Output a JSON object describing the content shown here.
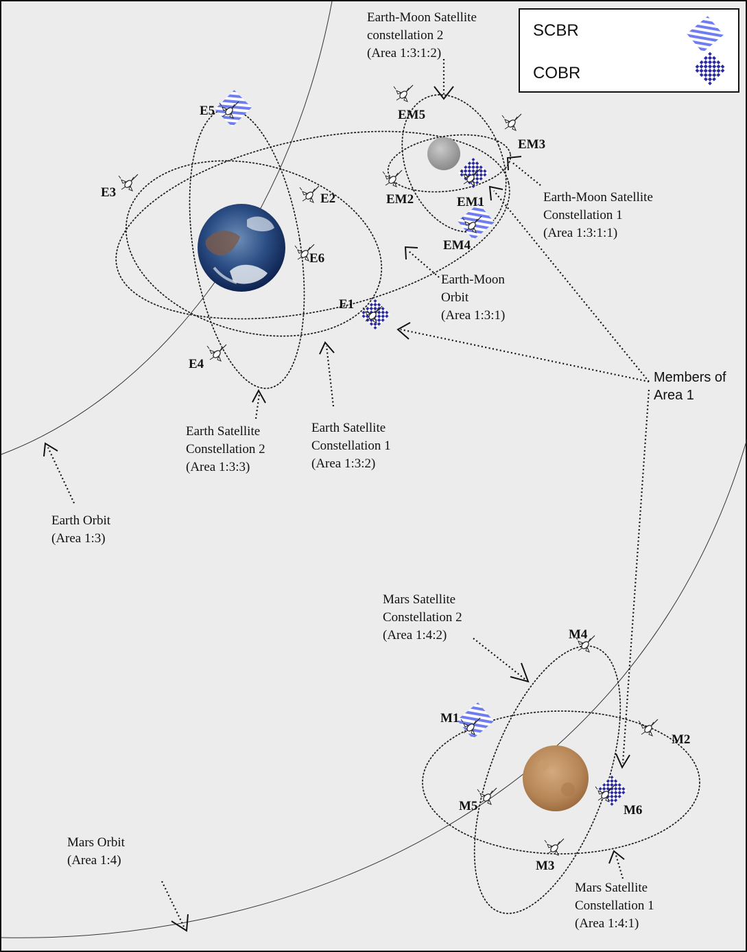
{
  "legend": {
    "scbr_label": "SCBR",
    "cobr_label": "COBR",
    "scbr_color": "#6f7df0",
    "cobr_color": "#2c2ca0"
  },
  "satellites": {
    "E1": "E1",
    "E2": "E2",
    "E3": "E3",
    "E4": "E4",
    "E5": "E5",
    "E6": "E6",
    "EM1": "EM1",
    "EM2": "EM2",
    "EM3": "EM3",
    "EM4": "EM4",
    "EM5": "EM5",
    "M1": "M1",
    "M2": "M2",
    "M3": "M3",
    "M4": "M4",
    "M5": "M5",
    "M6": "M6"
  },
  "labels": {
    "em_const2": [
      "Earth-Moon Satellite",
      "constellation 2",
      "(Area 1:3:1:2)"
    ],
    "em_const1": [
      "Earth-Moon Satellite",
      "Constellation 1",
      "(Area 1:3:1:1)"
    ],
    "em_orbit": [
      "Earth-Moon",
      "Orbit",
      "(Area 1:3:1)"
    ],
    "members": [
      "Members of",
      "Area 1"
    ],
    "e_const2": [
      "Earth Satellite",
      "Constellation  2",
      "(Area 1:3:3)"
    ],
    "e_const1": [
      "Earth Satellite",
      "Constellation 1",
      "(Area 1:3:2)"
    ],
    "earth_orbit": [
      "Earth Orbit",
      "(Area 1:3)"
    ],
    "m_const2": [
      "Mars Satellite",
      "Constellation 2",
      "(Area 1:4:2)"
    ],
    "mars_orbit": [
      "Mars Orbit",
      "(Area 1:4)"
    ],
    "m_const1": [
      "Mars Satellite",
      "Constellation 1",
      "(Area 1:4:1)"
    ]
  },
  "colors": {
    "background": "#ececec",
    "earth_ocean": "#1d3f78",
    "moon": "#a4a4a4",
    "mars": "#b9895a"
  }
}
